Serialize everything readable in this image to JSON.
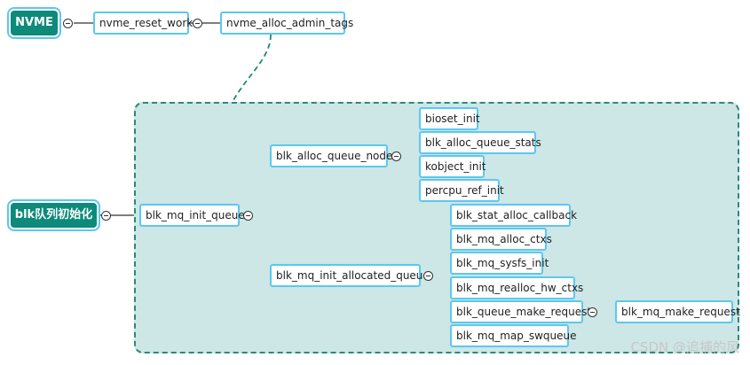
{
  "roots": {
    "nvme": "NVME",
    "blk": "blk队列初始化"
  },
  "nodes": {
    "nvme_reset_work": "nvme_reset_work",
    "nvme_alloc_admin_tags": "nvme_alloc_admin_tags",
    "blk_mq_init_queue": "blk_mq_init_queue",
    "blk_alloc_queue_node": "blk_alloc_queue_node",
    "blk_mq_init_allocated_queue": "blk_mq_init_allocated_queue",
    "bioset_init": "bioset_init",
    "blk_alloc_queue_stats": "blk_alloc_queue_stats",
    "kobject_init": "kobject_init",
    "percpu_ref_init": "percpu_ref_init",
    "blk_stat_alloc_callback": "blk_stat_alloc_callback",
    "blk_mq_alloc_ctxs": "blk_mq_alloc_ctxs",
    "blk_mq_sysfs_init": "blk_mq_sysfs_init",
    "blk_mq_realloc_hw_ctxs": "blk_mq_realloc_hw_ctxs",
    "blk_queue_make_request": "blk_queue_make_request",
    "blk_mq_map_swqueue": "blk_mq_map_swqueue",
    "blk_mq_make_request": "blk_mq_make_request"
  },
  "watermark": "CSDN @追捕的风",
  "colors": {
    "root_fill": "#0e8a7a",
    "node_border": "#5bc8f0",
    "group_fill": "#cde6e6",
    "group_border": "#2a8a78",
    "connector": "#333333",
    "dashed_arrow": "#1f8a74"
  }
}
